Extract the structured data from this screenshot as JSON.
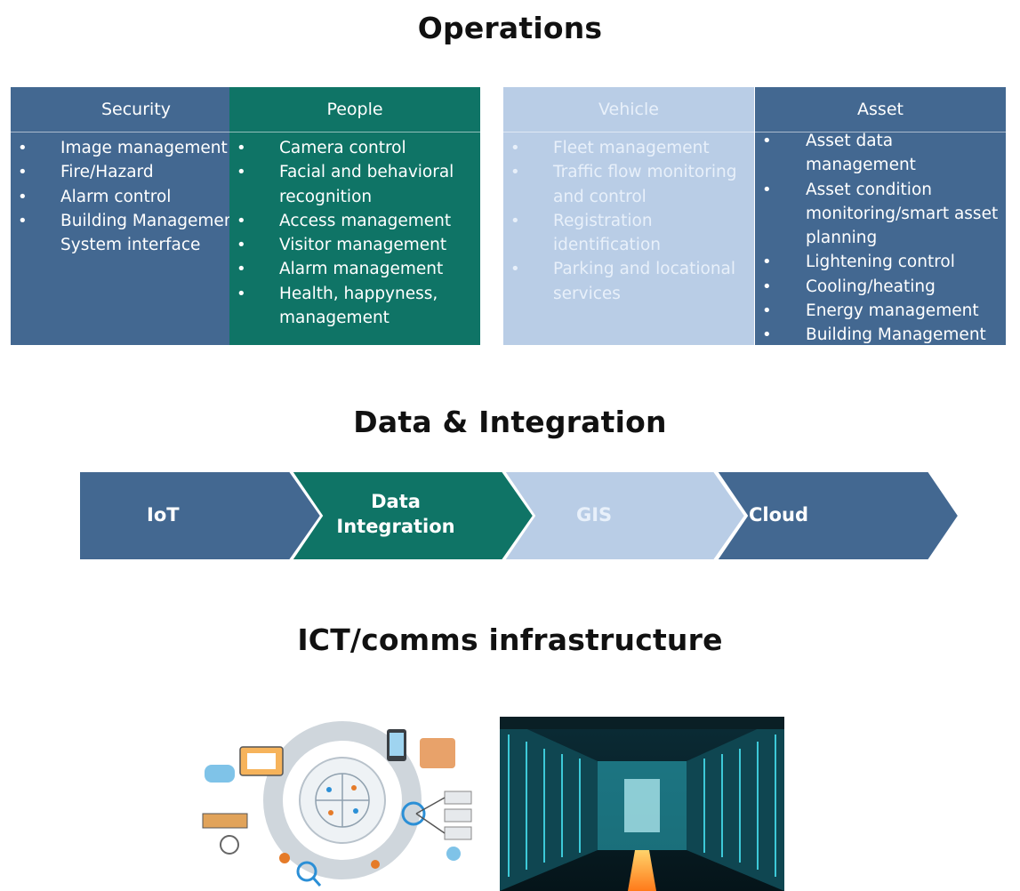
{
  "sections": {
    "operations_title": "Operations",
    "data_title": "Data & Integration",
    "ict_title": "ICT/comms infrastructure"
  },
  "cards": {
    "security": {
      "title": "Security",
      "items": [
        "Image management",
        "Fire/Hazard",
        "Alarm control",
        "Building Management System interface"
      ]
    },
    "people": {
      "title": "People",
      "items": [
        "Camera control",
        "Facial and behavioral recognition",
        "Access management",
        "Visitor management",
        "Alarm management",
        "Health, happyness, management"
      ]
    },
    "vehicle": {
      "title": "Vehicle",
      "items": [
        "Fleet management",
        "Traffic flow monitoring and control",
        "Registration identification",
        "Parking and locational services"
      ]
    },
    "asset": {
      "title": "Asset",
      "items": [
        "Asset data management",
        "Asset condition monitoring/smart asset planning",
        "Lightening control",
        "Cooling/heating",
        "Energy management",
        "Building Management System interface"
      ]
    }
  },
  "chevrons": {
    "iot": "IoT",
    "data_integration": "Data Integration",
    "gis": "GIS",
    "cloud": "Cloud"
  },
  "colors": {
    "steel_blue": "#436891",
    "teal": "#0f7466",
    "light_blue": "#b9cde6"
  },
  "images": {
    "left": "iot-network-illustration",
    "right": "server-room-photo"
  }
}
